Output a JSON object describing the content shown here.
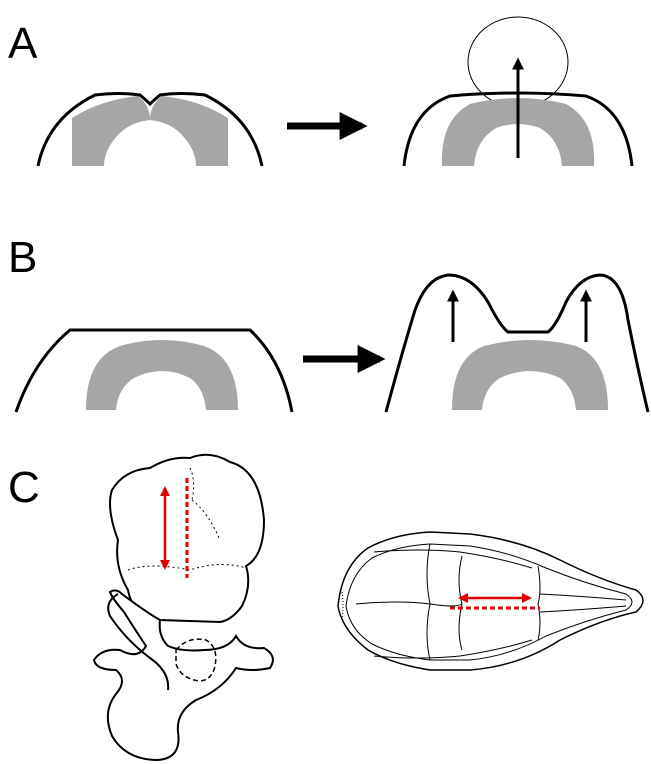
{
  "figure": {
    "panel_a_label": "A",
    "panel_b_label": "B",
    "panel_c_label": "C"
  },
  "colors": {
    "outline": "#000000",
    "cartilage_fill": "#a6a6a6",
    "annotation_red": "#e00000",
    "background": "#ffffff"
  }
}
